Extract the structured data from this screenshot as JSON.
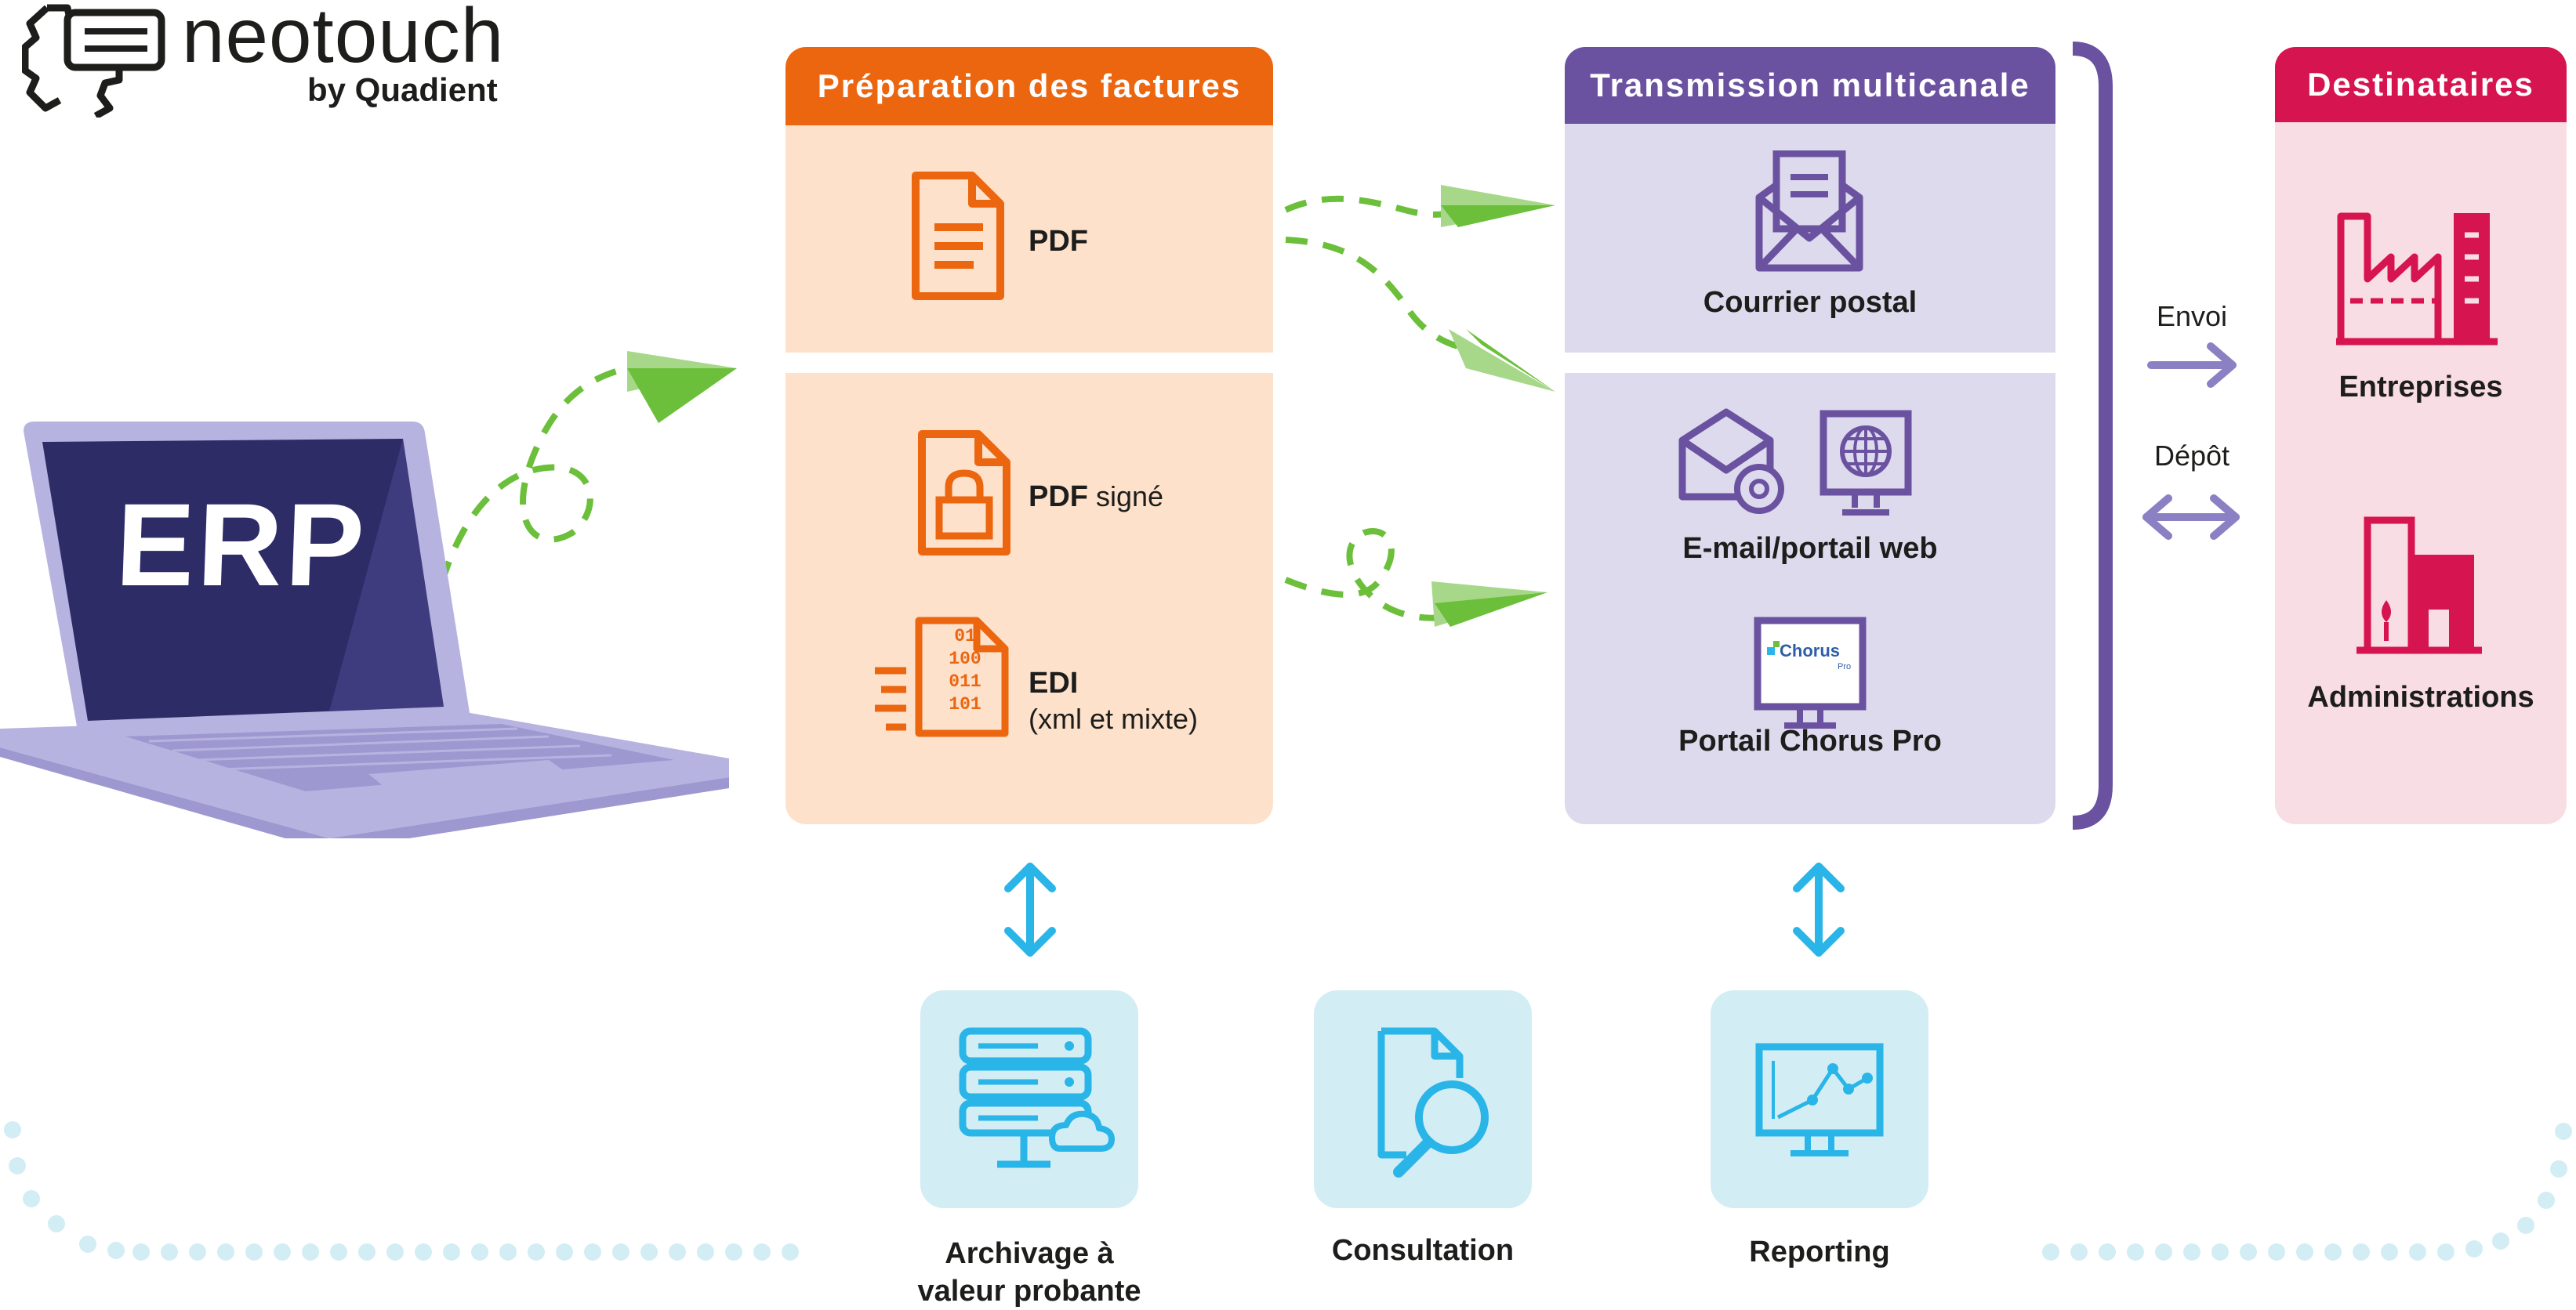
{
  "logo": {
    "name": "neotouch",
    "byline": "by Quadient"
  },
  "erp": {
    "screen_label": "ERP"
  },
  "preparation": {
    "header": "Préparation des factures",
    "items": [
      {
        "label": "PDF",
        "suffix": "",
        "sub": ""
      },
      {
        "label": "PDF",
        "suffix": " signé",
        "sub": ""
      },
      {
        "label": "EDI",
        "suffix": "",
        "sub": "(xml et mixte)"
      }
    ],
    "edi_digits": [
      "01",
      "100",
      "011",
      "101"
    ]
  },
  "transmission": {
    "header": "Transmission multicanale",
    "items": [
      {
        "label": "Courrier postal"
      },
      {
        "label": "E-mail/portail web"
      },
      {
        "label": "Portail Chorus Pro"
      }
    ],
    "chorus_logo_text": "Chorus",
    "chorus_logo_sub": "Pro"
  },
  "exchange": {
    "envoi": "Envoi",
    "depot": "Dépôt"
  },
  "destinataires": {
    "header": "Destinataires",
    "items": [
      {
        "label": "Entreprises"
      },
      {
        "label": "Administrations"
      }
    ]
  },
  "services": [
    {
      "label_line1": "Archivage à",
      "label_line2": "valeur probante"
    },
    {
      "label_line1": "Consultation",
      "label_line2": ""
    },
    {
      "label_line1": "Reporting",
      "label_line2": ""
    }
  ],
  "colors": {
    "orange": "#ec6610",
    "orange_light": "#fde1cb",
    "purple": "#6a52a0",
    "purple_light": "#dddaed",
    "red": "#d6144f",
    "red_light": "#f8dde4",
    "blue": "#29b5e8",
    "blue_light": "#d3edf4",
    "green": "#6cbf3a",
    "laptop": "#b7b3e0",
    "laptop_screen": "#2e2c67"
  }
}
